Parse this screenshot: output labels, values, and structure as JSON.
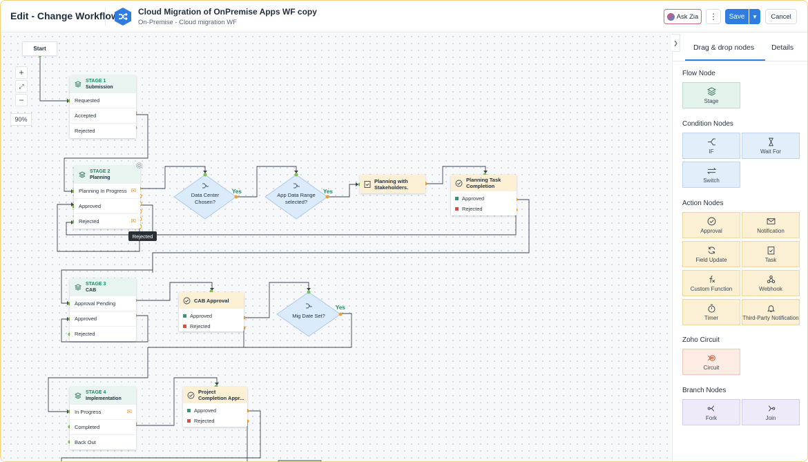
{
  "header": {
    "title": "Edit - Change Workflow",
    "workflow_name": "Cloud Migration of OnPremise Apps WF copy",
    "workflow_sub": "On-Premise - Cloud migration WF",
    "ask_zia": "Ask Zia",
    "save": "Save",
    "cancel": "Cancel"
  },
  "canvas": {
    "zoom_level": "90%",
    "start": "Start",
    "tooltip": "Rejected",
    "yes": "Yes",
    "stages": [
      {
        "num": "STAGE 1",
        "name": "Submission",
        "rows": [
          "Requested",
          "Accepted",
          "Rejected"
        ]
      },
      {
        "num": "STAGE 2",
        "name": "Planning",
        "rows": [
          "Planning In Progress",
          "Approved",
          "Rejected"
        ]
      },
      {
        "num": "STAGE 3",
        "name": "CAB",
        "rows": [
          "Approval Pending",
          "Approved",
          "Rejected"
        ]
      },
      {
        "num": "STAGE 4",
        "name": "Implementation",
        "rows": [
          "In Progress",
          "Completed",
          "Back Out"
        ]
      }
    ],
    "conditions": {
      "data_center_1": "Data Center",
      "data_center_2": "Chosen?",
      "app_range_1": "App Data Range",
      "app_range_2": "selected?",
      "mig_date": "Mig Date Set?"
    },
    "task_planning_1": "Planning with",
    "task_planning_2": "Stakeholders.",
    "approval_planning_1": "Planning Task",
    "approval_planning_2": "Completion",
    "approval_cab": "CAB Approval",
    "approval_project_1": "Project",
    "approval_project_2": "Completion Appr...",
    "approved": "Approved",
    "rejected": "Rejected"
  },
  "panel": {
    "tabs": [
      "Drag & drop nodes",
      "Details"
    ],
    "sections": {
      "flow": "Flow Node",
      "condition": "Condition Nodes",
      "action": "Action Nodes",
      "circuit": "Zoho Circuit",
      "branch": "Branch Nodes"
    },
    "tiles": {
      "stage": "Stage",
      "if": "IF",
      "wait_for": "Wait For",
      "switch": "Switch",
      "approval": "Approval",
      "notification": "Notification",
      "field_update": "Field Update",
      "task": "Task",
      "custom_function": "Custom Function",
      "webhook": "Webhook",
      "timer": "Timer",
      "third_party": "Third-Party Notification",
      "circuit": "Circuit",
      "fork": "Fork",
      "join": "Join"
    }
  },
  "colors": {
    "accent": "#2f7de1",
    "stage_header": "#e7f4ef",
    "action_header": "#fbf0d4",
    "condition_fill": "#dcebfa",
    "connector_green": "#7cc242",
    "connector_orange": "#f0a030"
  }
}
